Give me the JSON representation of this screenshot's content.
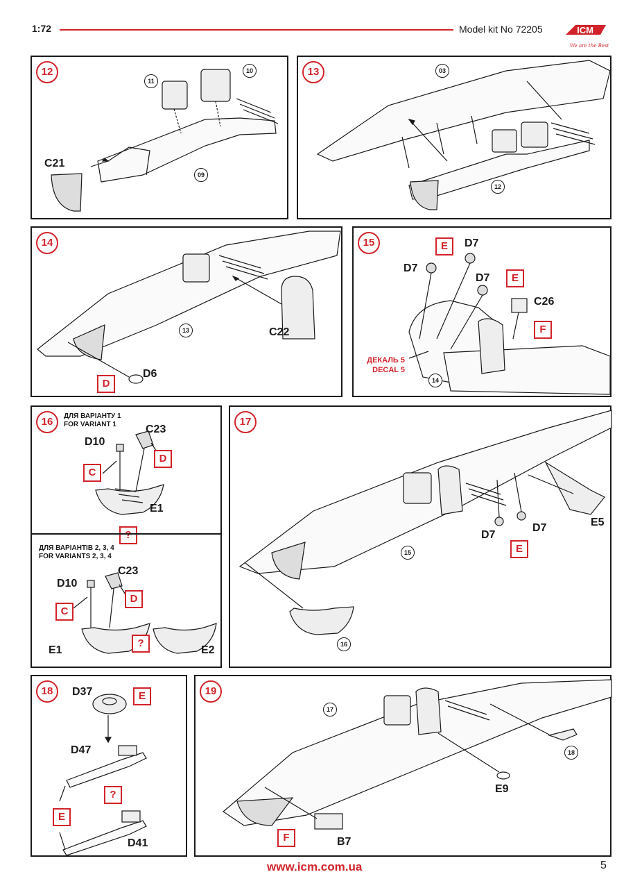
{
  "header": {
    "scale": "1:72",
    "kit": "Model kit No 72205",
    "brand": "ICM",
    "tagline": "We are the Best"
  },
  "steps": [
    {
      "number": "12",
      "labels": [
        "C21"
      ],
      "refs": [
        "11",
        "10",
        "09"
      ]
    },
    {
      "number": "13",
      "refs": [
        "03",
        "12"
      ]
    },
    {
      "number": "14",
      "labels": [
        "C22",
        "D6"
      ],
      "refs": [
        "13"
      ],
      "paint": [
        "D"
      ]
    },
    {
      "number": "15",
      "labels": [
        "D7",
        "D7",
        "D7",
        "C26"
      ],
      "refs": [
        "14"
      ],
      "paint": [
        "E",
        "E",
        "F"
      ],
      "decal": [
        "ДЕКАЛЬ 5",
        "DECAL 5"
      ]
    },
    {
      "number": "16",
      "variant_a": [
        "ДЛЯ ВАРІАНТУ 1",
        "FOR VARIANT 1"
      ],
      "variant_b": [
        "ДЛЯ ВАРІАНТІВ 2, 3, 4",
        "FOR VARIANTS 2, 3, 4"
      ],
      "labels": [
        "D10",
        "C23",
        "E1",
        "D10",
        "C23",
        "E1",
        "E2"
      ],
      "paint": [
        "C",
        "D",
        "?",
        "C",
        "D",
        "?"
      ]
    },
    {
      "number": "17",
      "labels": [
        "E5",
        "D7",
        "D7"
      ],
      "refs": [
        "15",
        "16"
      ],
      "paint": [
        "E"
      ]
    },
    {
      "number": "18",
      "labels": [
        "D37",
        "D47",
        "D41"
      ],
      "paint": [
        "E",
        "?",
        "E"
      ]
    },
    {
      "number": "19",
      "labels": [
        "E9",
        "B7"
      ],
      "refs": [
        "17",
        "18"
      ],
      "paint": [
        "F"
      ]
    }
  ],
  "footer": {
    "url": "www.icm.com.ua",
    "page": "5"
  },
  "colors": {
    "accent": "#d2232a",
    "line": "#1a1a1a"
  }
}
